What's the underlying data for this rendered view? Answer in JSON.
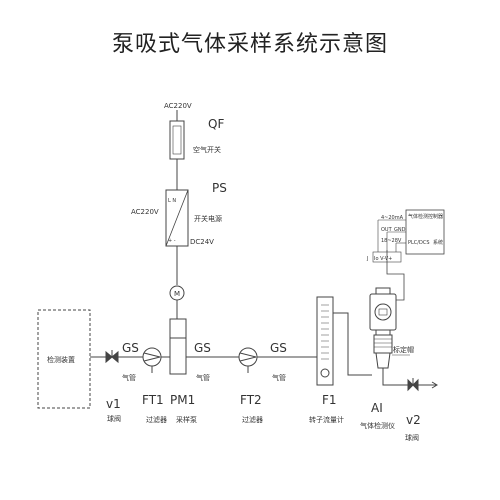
{
  "title": "泵吸式气体采样系统示意图",
  "labels": {
    "ac_top": "AC220V",
    "qf": "QF",
    "qf_name": "空气开关",
    "ps": "PS",
    "ps_name": "开关电源",
    "ps_ac": "AC220V",
    "ps_dc": "DC24V",
    "ps_ln": "L  N",
    "ps_pm": "+  -",
    "motor": "M",
    "detector": "检测装置",
    "gs1": "GS",
    "pipe1": "气管",
    "gs2": "GS",
    "pipe2": "气管",
    "gs3": "GS",
    "pipe3": "气管",
    "v1": "v1",
    "v1_name": "球阀",
    "ft1": "FT1",
    "ft1_name": "过滤器",
    "pm1": "PM1",
    "pm1_name": "采样泵",
    "ft2": "FT2",
    "ft2_name": "过滤器",
    "f1": "F1",
    "f1_name": "转子流量计",
    "ai": "AI",
    "ai_name": "气体检测仪",
    "v2": "v2",
    "v2_name": "球阀",
    "mount": "标定帽",
    "sig_current": "4~20mA",
    "sig_out": "OUT",
    "sig_gnd": "GND",
    "sig_power": "18~28V",
    "plc": "PLC/DCS",
    "plc_tag": "系统",
    "panel_head": "气体检测控制器",
    "term_ip": "Io  V-V+",
    "term_j": "J"
  }
}
